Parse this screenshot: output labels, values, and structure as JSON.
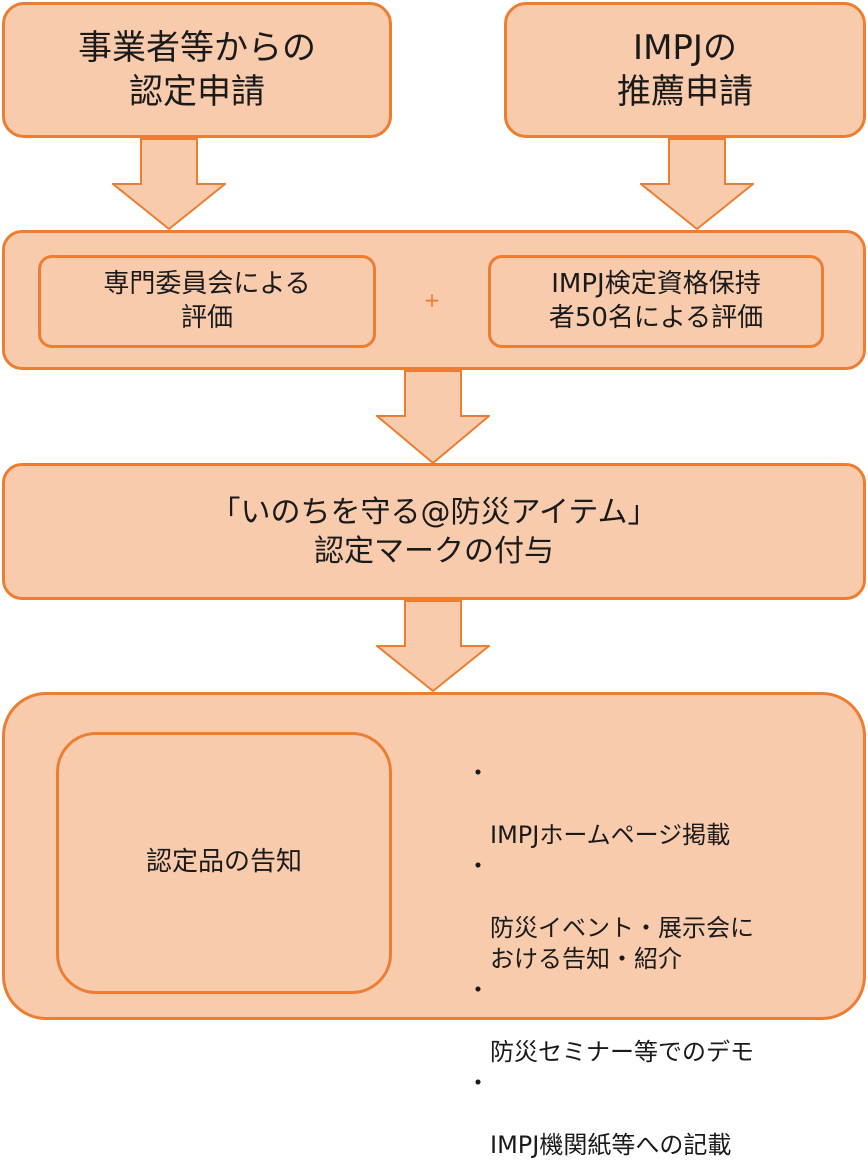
{
  "boxes": {
    "applicant": "事業者等からの\n認定申請",
    "impj_recommend": "IMPJの\n推薦申請",
    "committee": "専門委員会による\n評価",
    "plus": "+",
    "qualified": "IMPJ検定資格保持\n者50名による評価",
    "mark": "「いのちを守る@防災アイテム」\n認定マークの付与",
    "announce": "認定品の告知"
  },
  "bullets": {
    "marker": "・",
    "items": [
      "IMPJホームページ掲載",
      "防災イベント・展示会に\nおける告知・紹介",
      "防災セミナー等でのデモ",
      "IMPJ機関紙等への記載"
    ]
  },
  "colors": {
    "fill": "#f8cbad",
    "stroke": "#ed7d31",
    "text": "#1a1a1a"
  }
}
